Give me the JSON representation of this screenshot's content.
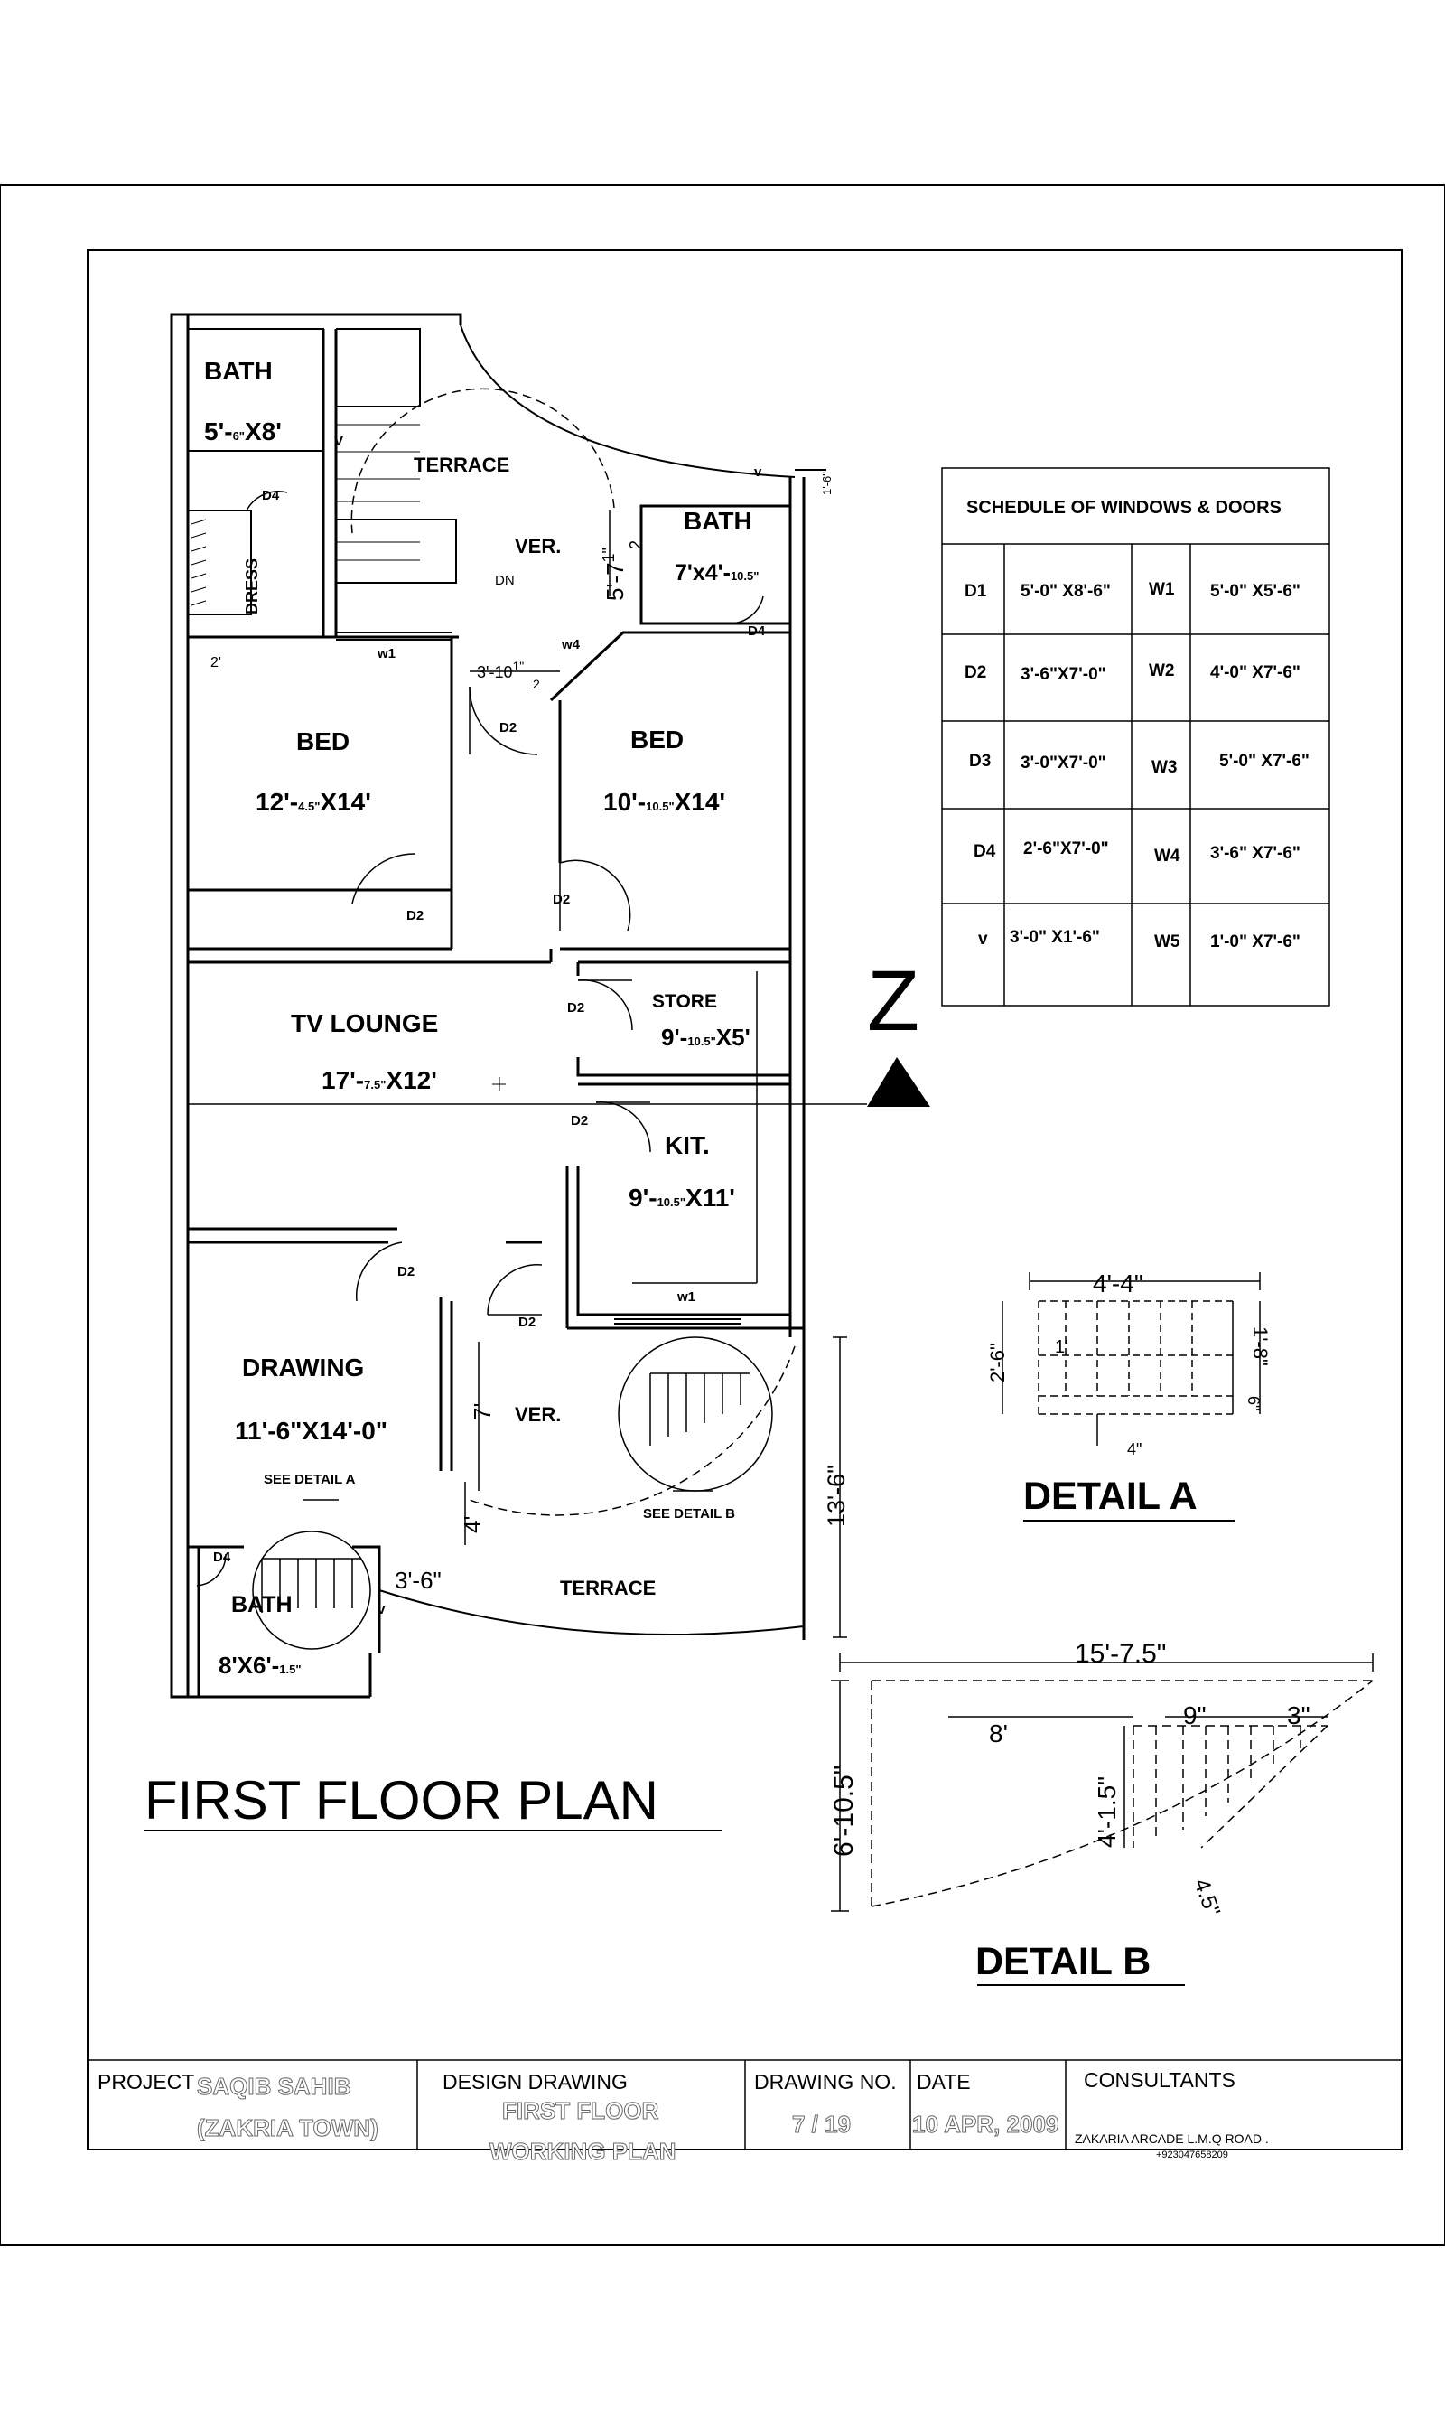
{
  "rooms": {
    "bath_top": "BATH",
    "bath_top_size_a": "5'-",
    "bath_top_size_b": "6\"",
    "bath_top_size_c": "X8'",
    "terrace_top": "TERRACE",
    "dress": "DRESS",
    "ver_top": "VER.",
    "bath_mid": "BATH",
    "bath_mid_size_a": "7'x4'-",
    "bath_mid_size_b": "10.5\"",
    "bed_left": "BED",
    "bed_left_size_a": "12'-",
    "bed_left_size_b": "4.5\"",
    "bed_left_size_c": "X14'",
    "bed_right": "BED",
    "bed_right_size_a": "10'-",
    "bed_right_size_b": "10.5\"",
    "bed_right_size_c": "X14'",
    "tv_lounge": "TV LOUNGE",
    "tv_lounge_size_a": "17'-",
    "tv_lounge_size_b": "7.5\"",
    "tv_lounge_size_c": "X12'",
    "store": "STORE",
    "store_size_a": "9'-",
    "store_size_b": "10.5\"",
    "store_size_c": "X5'",
    "kit": "KIT.",
    "kit_size_a": "9'-",
    "kit_size_b": "10.5\"",
    "kit_size_c": "X11'",
    "drawing": "DRAWING",
    "drawing_size": "11'-6\"X14'-0\"",
    "ver_bottom": "VER.",
    "terrace_bottom": "TERRACE",
    "bath_bottom": "BATH",
    "bath_bottom_size_a": "8'X6'-",
    "bath_bottom_size_b": "1.5\""
  },
  "labels": {
    "d2": "D2",
    "d4": "D4",
    "w1": "w1",
    "w4": "w4",
    "v": "v",
    "V": "V",
    "dn": "DN",
    "see_detail_a": "SEE DETAIL A",
    "see_detail_b": "SEE DETAIL B"
  },
  "dims": {
    "two_ft": "2'",
    "one_six": "1'-6\"",
    "five_seven_a": "5'-7",
    "five_seven_num": "1",
    "five_seven_den": "2",
    "five_seven_b": "\"",
    "three_ten_a": "3'-10",
    "three_ten_num": "1",
    "three_ten_den": "2",
    "three_ten_b": "\"",
    "seven": "7'",
    "four": "4'",
    "three_six": "3'-6\"",
    "thirteen_six": "13'-6\""
  },
  "schedule": {
    "title": "SCHEDULE OF WINDOWS & DOORS",
    "rows": [
      {
        "code_a": "D1",
        "size_a": "5'-0\" X8'-6\"",
        "code_b": "W1",
        "size_b": "5'-0\" X5'-6\""
      },
      {
        "code_a": "D2",
        "size_a": "3'-6\"X7'-0\"",
        "code_b": "W2",
        "size_b": "4'-0\" X7'-6\""
      },
      {
        "code_a": "D3",
        "size_a": "3'-0\"X7'-0\"",
        "code_b": "W3",
        "size_b": "5'-0\" X7'-6\""
      },
      {
        "code_a": "D4",
        "size_a": "2'-6\"X7'-0\"",
        "code_b": "W4",
        "size_b": "3'-6\" X7'-6\""
      },
      {
        "code_a": "v",
        "size_a": "3'-0\" X1'-6\"",
        "code_b": "W5",
        "size_b": "1'-0\" X7'-6\""
      }
    ]
  },
  "north": "Z",
  "detail_a": {
    "title": "DETAIL A",
    "width": "4'-4\"",
    "left": "2'-6\"",
    "right": "1'-8\"",
    "tread": "1'",
    "riser": "6\"",
    "bottom": "4\""
  },
  "detail_b": {
    "title": "DETAIL B",
    "width": "15'-7.5\"",
    "height": "6'-10.5\"",
    "eight": "8'",
    "nine": "9\"",
    "three": "3\"",
    "four_one": "4'-1.5\"",
    "four_five": "4.5\""
  },
  "plan_title": "FIRST FLOOR PLAN",
  "title_block": {
    "project_label": "PROJECT",
    "project_line1": "SAQIB SAHIB",
    "project_line2": "(ZAKRIA TOWN)",
    "design_label": "DESIGN DRAWING",
    "design_line1": "FIRST FLOOR",
    "design_line2": "WORKING PLAN",
    "drawing_no_label": "DRAWING NO.",
    "drawing_no": "7 / 19",
    "date_label": "DATE",
    "date": "10 APR, 2009",
    "consultants_label": "CONSULTANTS",
    "consultants_line1": "ZAKARIA ARCADE L.M.Q ROAD .",
    "consultants_line2": "+923047658209"
  }
}
